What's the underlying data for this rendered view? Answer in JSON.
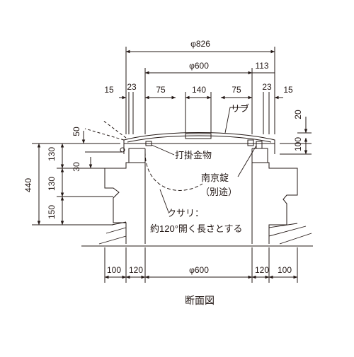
{
  "drawing": {
    "title": "断面図",
    "top_dimensions": {
      "overall": "φ826",
      "opening": "φ600",
      "right_offset": "113",
      "left": [
        "15",
        "23",
        "75"
      ],
      "center": "140",
      "right": [
        "75",
        "23",
        "15"
      ]
    },
    "right_dimensions": {
      "rib_height": "20",
      "frame_height": "100"
    },
    "left_dimensions": {
      "total_height": "440",
      "upper": "130",
      "middle": "130",
      "lower": "150",
      "lid_lift": "50",
      "lid_offset": "30"
    },
    "bottom_dimensions": {
      "left_outer": "100",
      "left_wall": "120",
      "opening": "φ600",
      "right_wall": "120",
      "right_outer": "100"
    },
    "callouts": {
      "rib": "リブ",
      "hook": "打掛金物",
      "lock": "南京錠",
      "lock_note": "（別途）",
      "chain": "クサリ：",
      "chain_note": "約120°開く長さとする"
    },
    "colors": {
      "line": "#231815",
      "background": "#ffffff"
    }
  }
}
